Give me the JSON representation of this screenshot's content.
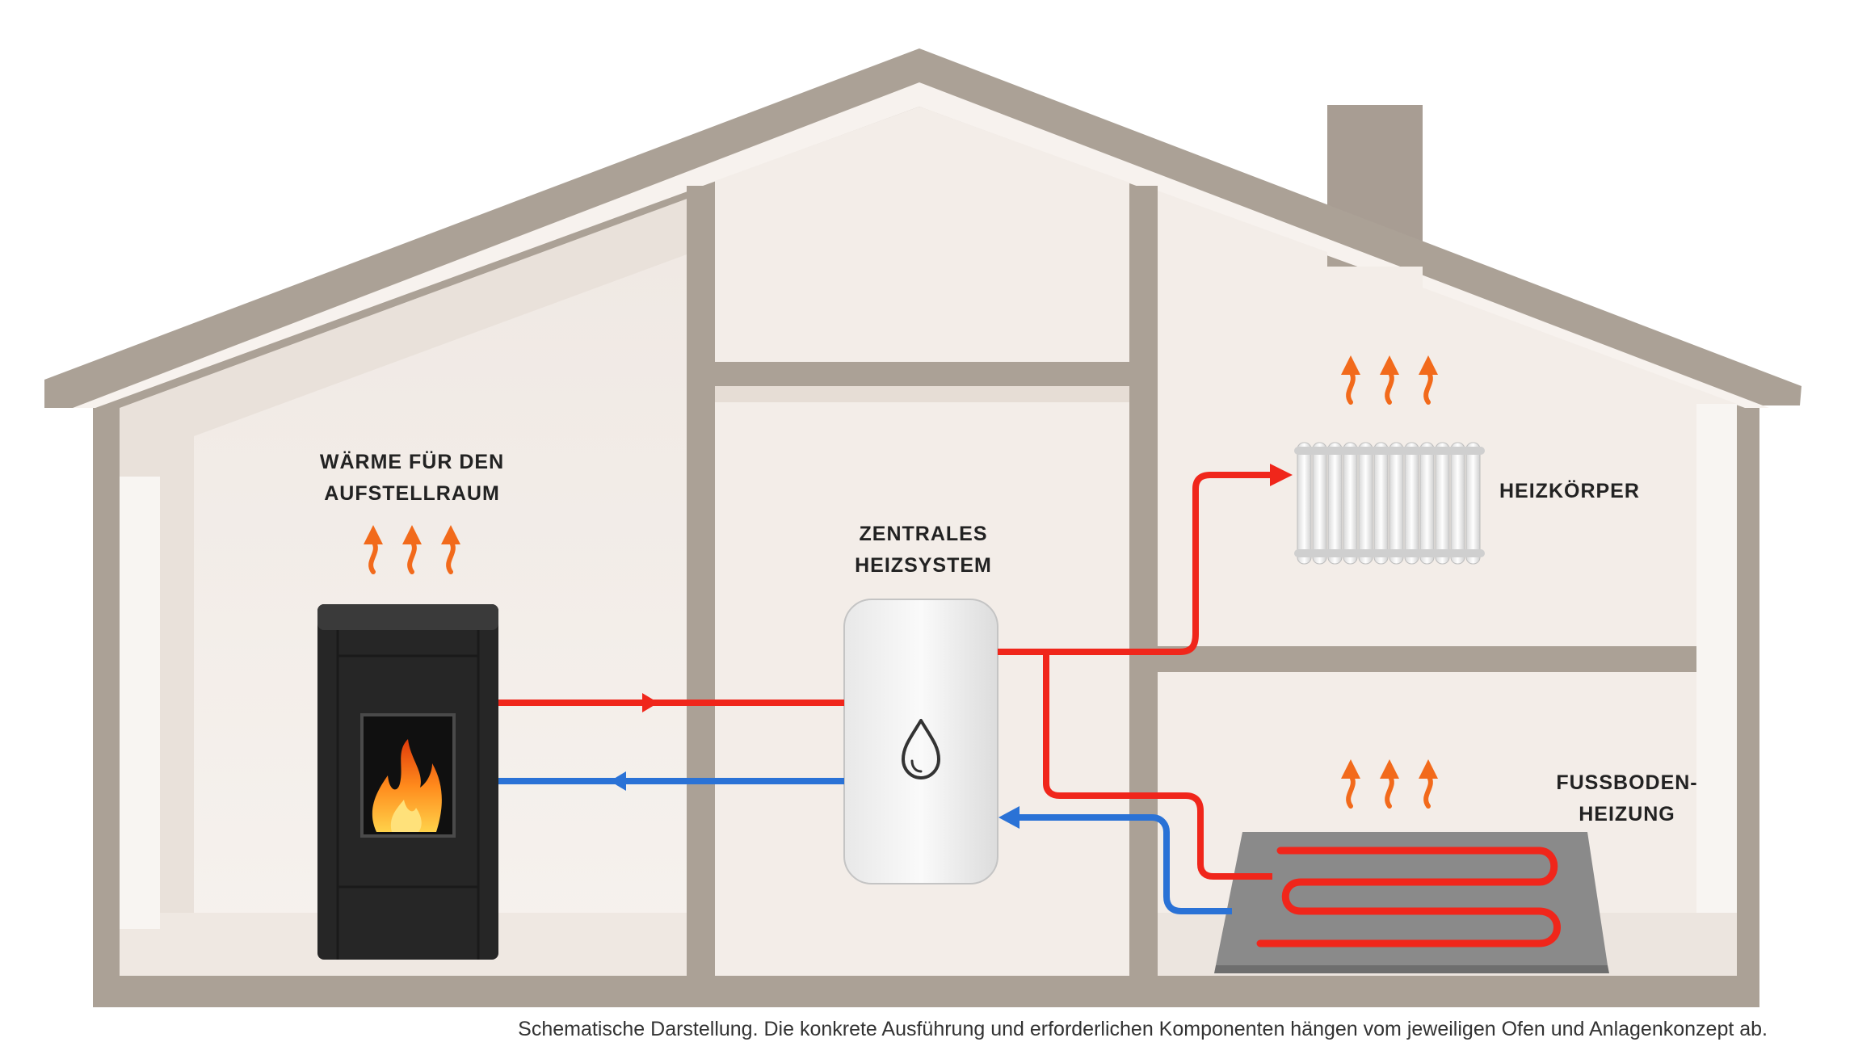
{
  "labels": {
    "stove_room_line1": "WÄRME FÜR DEN",
    "stove_room_line2": "AUFSTELLRAUM",
    "central_line1": "ZENTRALES",
    "central_line2": "HEIZSYSTEM",
    "radiator": "HEIZKÖRPER",
    "floor_line1": "FUSSBODEN-",
    "floor_line2": "HEIZUNG"
  },
  "footnote": "Schematische Darstellung. Die konkrete Ausführung und erforderlichen Komponenten hängen vom jeweiligen Ofen und Anlagenkonzept ab.",
  "icons": [
    "water-drop-icon",
    "flame-icon",
    "heat-arrow-icon"
  ],
  "colors": {
    "wall": "#ada398",
    "interior": "#f3ede8",
    "hot_pipe": "#f0261b",
    "cold_pipe": "#2a72d6",
    "heat_arrow": "#f26a1b",
    "stove": "#2a2a2a",
    "floor_slab": "#8e8e8e"
  }
}
